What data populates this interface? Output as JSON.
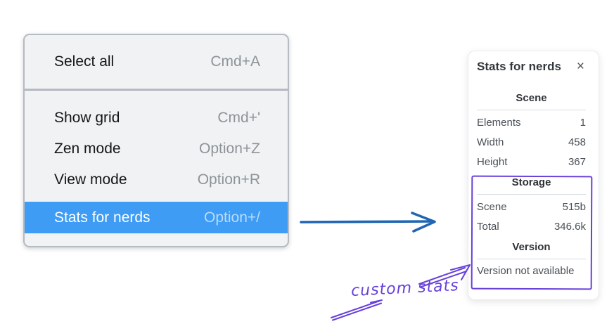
{
  "context_menu": {
    "background": "#f0f2f4",
    "highlight_color": "#3e9cf5",
    "items": [
      {
        "label": "Select all",
        "shortcut": "Cmd+A",
        "selected": false
      },
      {
        "label": "Show grid",
        "shortcut": "Cmd+'",
        "selected": false
      },
      {
        "label": "Zen mode",
        "shortcut": "Option+Z",
        "selected": false
      },
      {
        "label": "View mode",
        "shortcut": "Option+R",
        "selected": false
      },
      {
        "label": "Stats for nerds",
        "shortcut": "Option+/",
        "selected": true
      }
    ]
  },
  "flow_arrow": {
    "color": "#2066b4"
  },
  "stats_panel": {
    "title": "Stats for nerds",
    "close_icon": "×",
    "sections": [
      {
        "heading": "Scene",
        "rows": [
          {
            "label": "Elements",
            "value": "1"
          },
          {
            "label": "Width",
            "value": "458"
          },
          {
            "label": "Height",
            "value": "367"
          }
        ]
      },
      {
        "heading": "Storage",
        "rows": [
          {
            "label": "Scene",
            "value": "515b"
          },
          {
            "label": "Total",
            "value": "346.6k"
          }
        ]
      },
      {
        "heading": "Version",
        "note": "Version not available"
      }
    ]
  },
  "annotation": {
    "label": "custom stats",
    "color": "#6741d9"
  }
}
